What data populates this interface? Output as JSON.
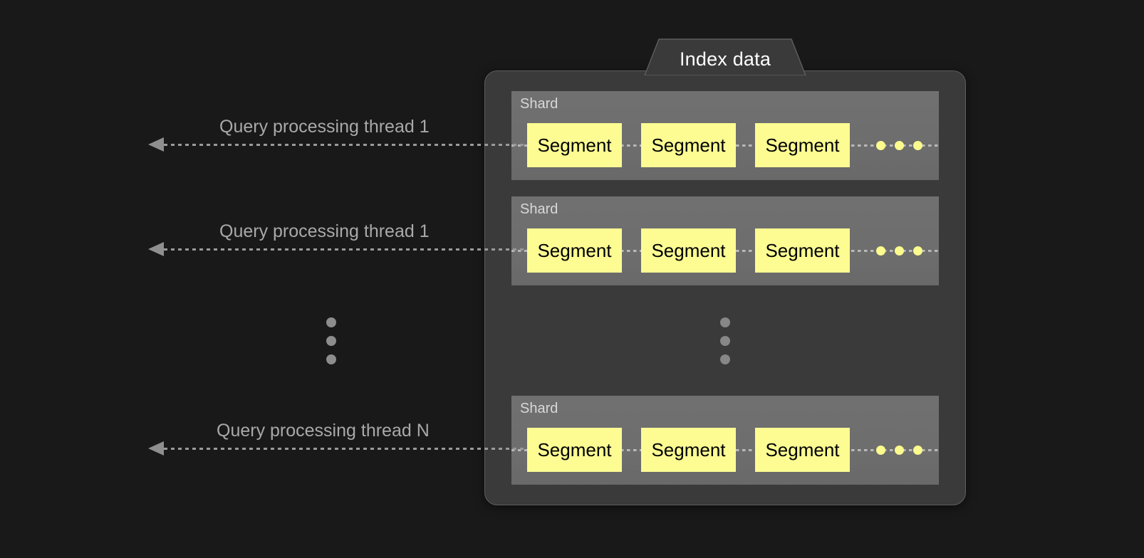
{
  "diagram": {
    "title": "Index data",
    "background_color": "#191919",
    "panel_color": "#3a3a3a",
    "shard_color": "#6e6e6e",
    "segment_color": "#fcfc93",
    "arrow_color": "#8f8f8f",
    "label_color": "#a9a9a9"
  },
  "panel": {
    "tab_label": "Index data"
  },
  "shards": [
    {
      "label": "Shard",
      "segments": [
        {
          "label": "Segment"
        },
        {
          "label": "Segment"
        },
        {
          "label": "Segment"
        }
      ],
      "continuation_dots": 3
    },
    {
      "label": "Shard",
      "segments": [
        {
          "label": "Segment"
        },
        {
          "label": "Segment"
        },
        {
          "label": "Segment"
        }
      ],
      "continuation_dots": 3
    },
    {
      "label": "Shard",
      "segments": [
        {
          "label": "Segment"
        },
        {
          "label": "Segment"
        },
        {
          "label": "Segment"
        }
      ],
      "continuation_dots": 3
    }
  ],
  "threads": [
    {
      "label": "Query processing thread 1"
    },
    {
      "label": "Query processing thread 1"
    },
    {
      "label": "Query processing thread N"
    }
  ],
  "ellipses": {
    "left_vertical_dots": 3,
    "panel_vertical_dots": 3
  }
}
